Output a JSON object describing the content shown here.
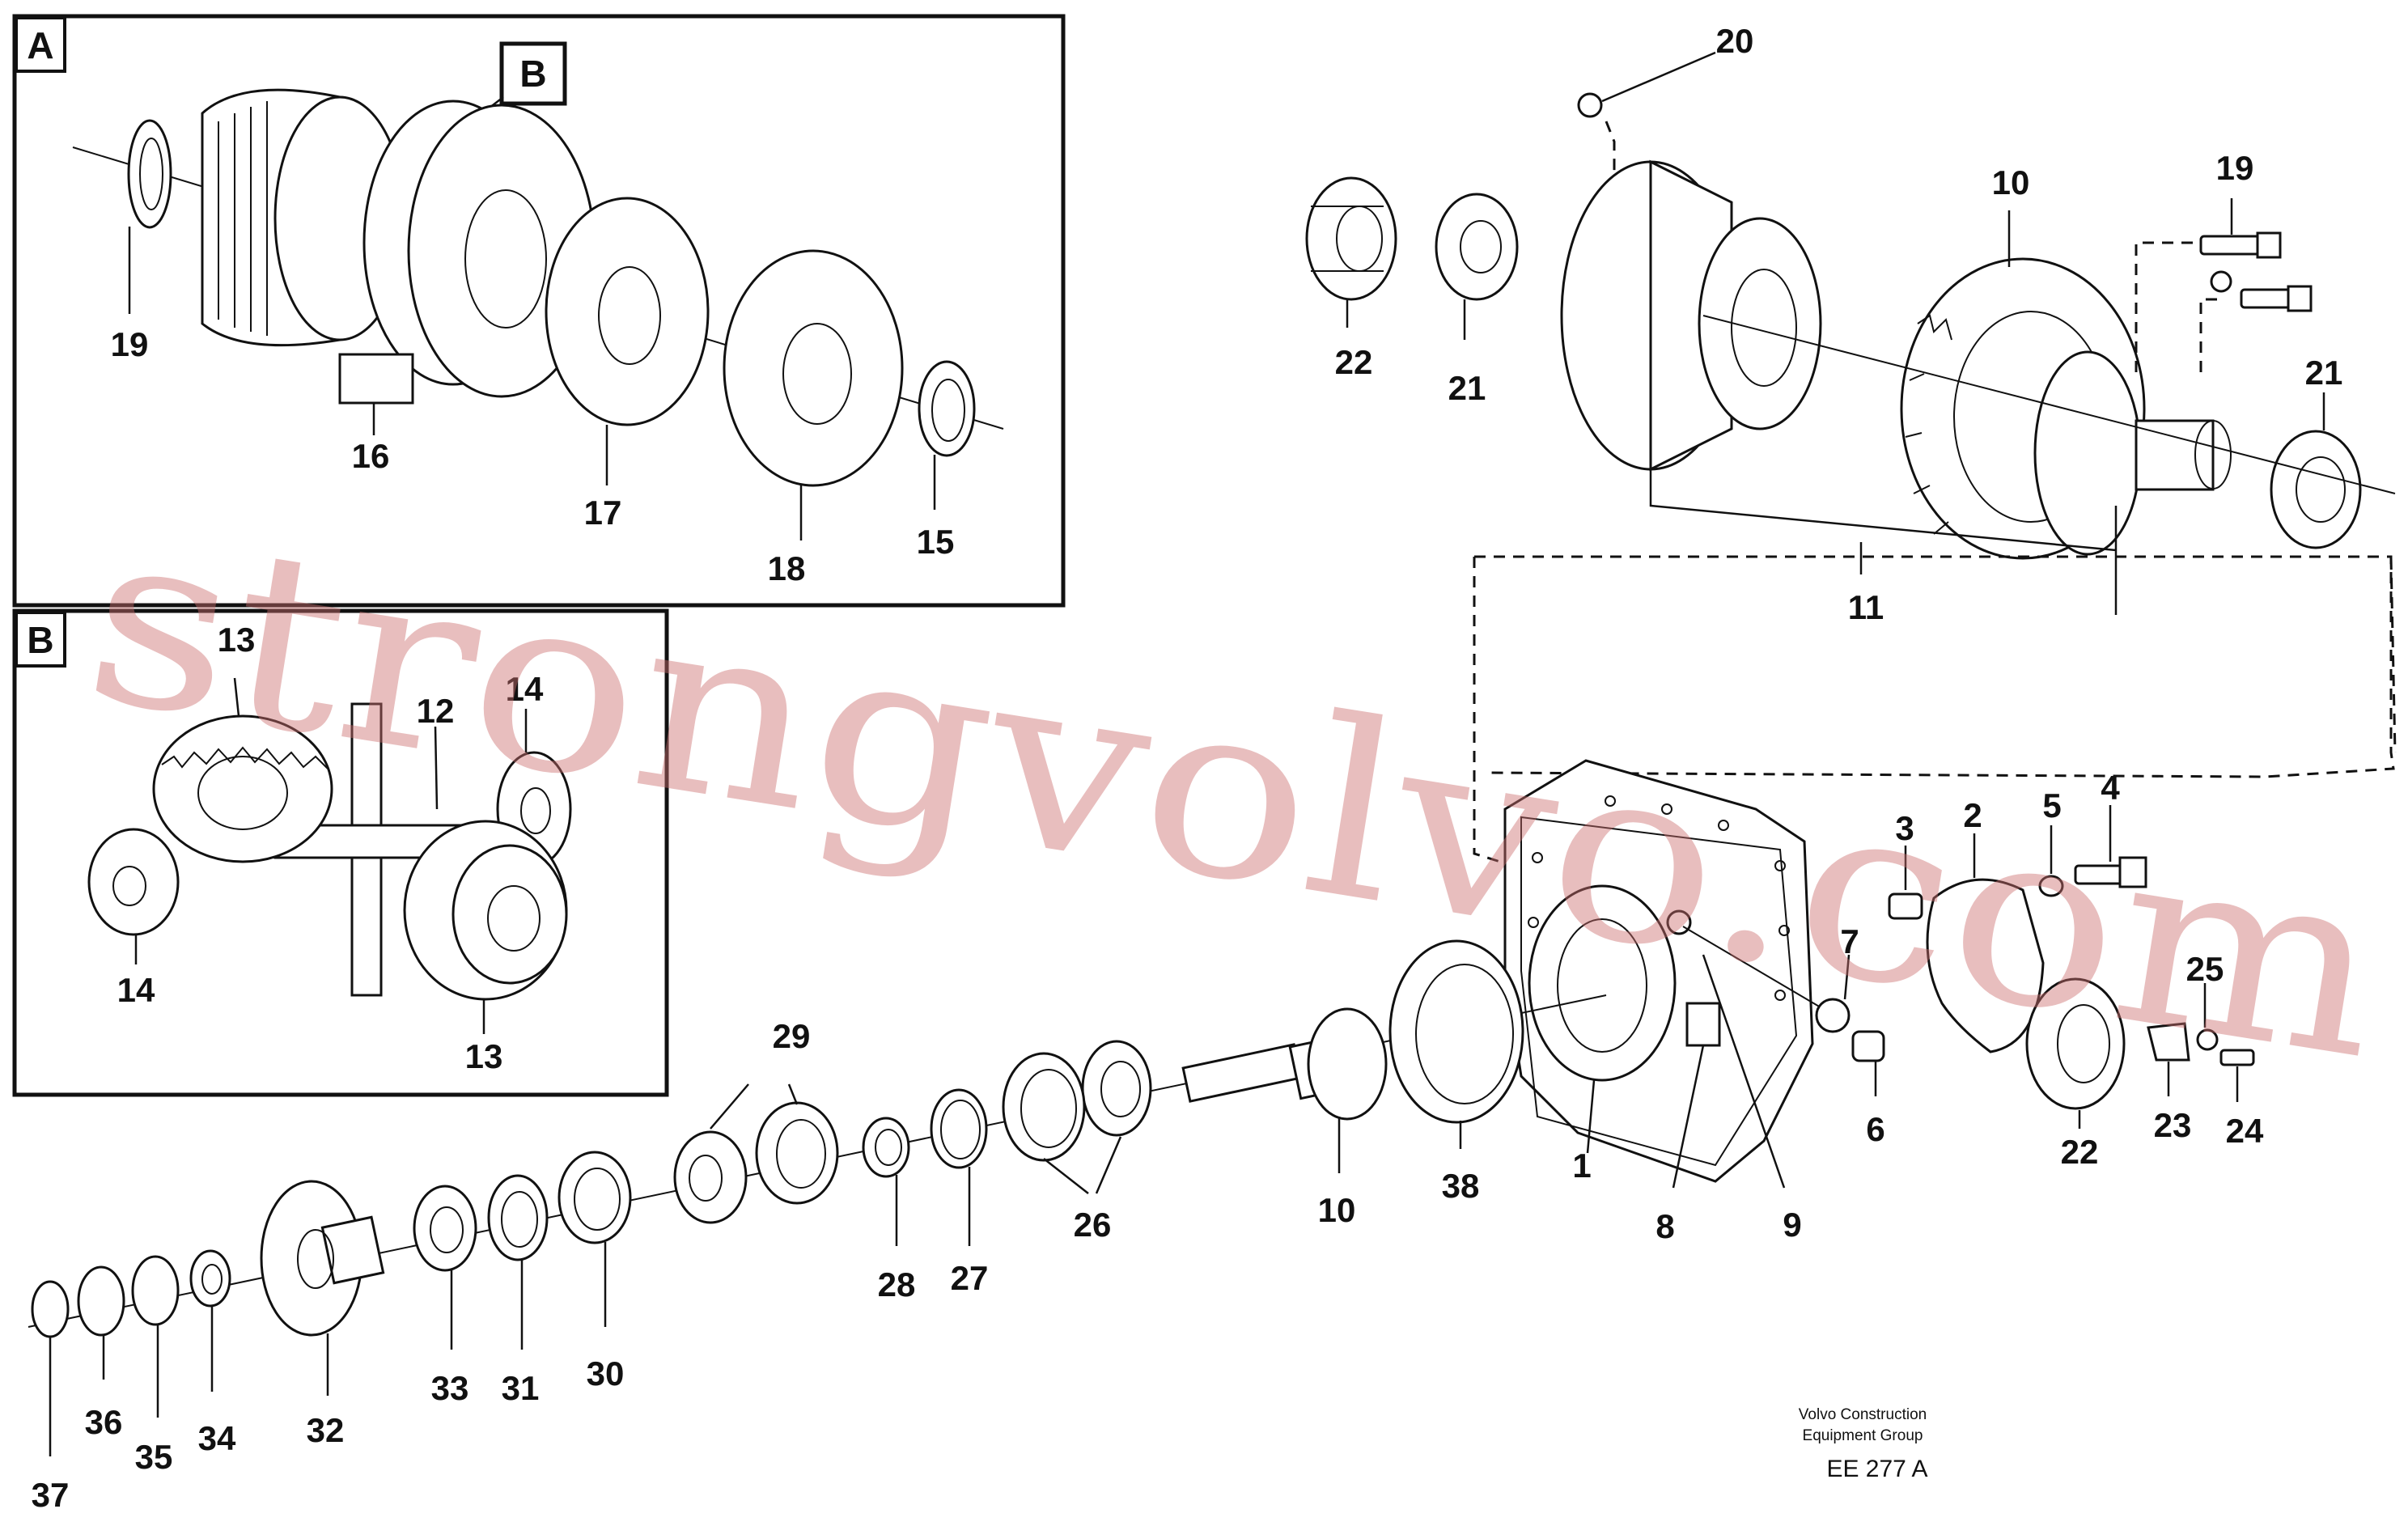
{
  "inset_a": {
    "tag": "A",
    "sub_tag": "B",
    "labels": [
      "19",
      "16",
      "17",
      "18",
      "15"
    ]
  },
  "inset_b": {
    "tag": "B",
    "labels": [
      "13",
      "12",
      "14",
      "14",
      "13"
    ]
  },
  "main": {
    "upper_labels": [
      "20",
      "22",
      "21",
      "10",
      "19",
      "21",
      "11"
    ],
    "housing_labels": [
      "3",
      "2",
      "5",
      "4",
      "7",
      "6",
      "25",
      "23",
      "24",
      "22",
      "1",
      "8",
      "9"
    ],
    "shaft_labels": [
      "29",
      "10",
      "38",
      "26",
      "28",
      "27",
      "30",
      "31",
      "33",
      "32",
      "34",
      "35",
      "36",
      "37"
    ]
  },
  "footer": {
    "company": "Volvo Construction",
    "group": "Equipment Group",
    "code": "EE 277 A"
  },
  "watermark": "strongvolvo.com",
  "colors": {
    "ink": "#111111",
    "watermark": "#cd6e6e",
    "background": "#ffffff"
  }
}
